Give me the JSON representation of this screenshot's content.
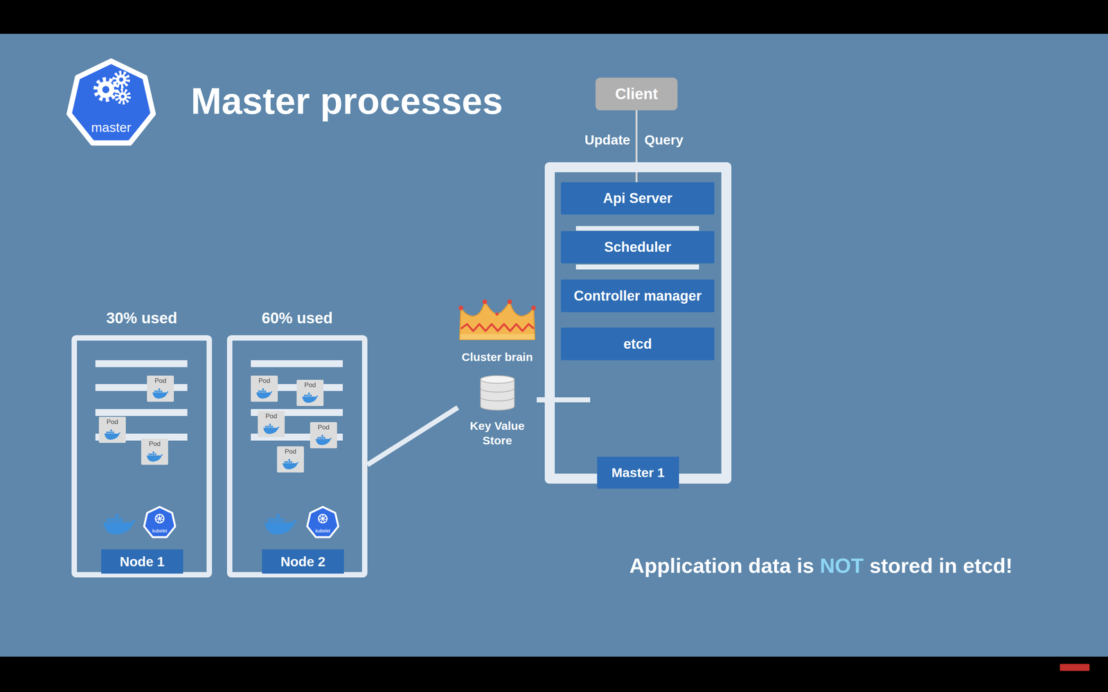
{
  "diagram": {
    "title": "Master processes",
    "nodes": [
      {
        "text": [
          "master"
        ]
      },
      {
        "text": [
          "Client"
        ]
      },
      {
        "text": [
          "Master 1"
        ]
      },
      {
        "text": [
          "Api Server"
        ],
        "in": 2
      },
      {
        "text": [
          "Scheduler"
        ],
        "in": 2
      },
      {
        "text": [
          "Controller manager"
        ],
        "in": 2
      },
      {
        "text": [
          "etcd"
        ],
        "in": 2
      },
      {
        "text": [
          "Cluster brain",
          "Key Value Store"
        ]
      },
      {
        "text": [
          "30% used",
          "Node 1"
        ]
      },
      {
        "text": [
          "Pod"
        ],
        "in": 8
      },
      {
        "text": [
          "Pod"
        ],
        "in": 8
      },
      {
        "text": [
          "Pod"
        ],
        "in": 8
      },
      {
        "text": [
          "kubelet"
        ],
        "in": 8
      },
      {
        "text": [
          "60% used",
          "Node 2"
        ]
      },
      {
        "text": [
          "Pod"
        ],
        "in": 13
      },
      {
        "text": [
          "Pod"
        ],
        "in": 13
      },
      {
        "text": [
          "Pod"
        ],
        "in": 13
      },
      {
        "text": [
          "Pod"
        ],
        "in": 13
      },
      {
        "text": [
          "Pod"
        ],
        "in": 13
      },
      {
        "text": [
          "kubelet"
        ],
        "in": 13
      }
    ],
    "edges": [
      {
        "from": 1,
        "to": 3,
        "arrow": "none"
      },
      {
        "from": 13,
        "to": 7,
        "arrow": "none"
      },
      {
        "from": 7,
        "to": 2,
        "arrow": "none"
      }
    ],
    "labels": [
      "Update",
      "Query",
      "Application data is",
      "NOT",
      "stored in etcd!"
    ]
  }
}
